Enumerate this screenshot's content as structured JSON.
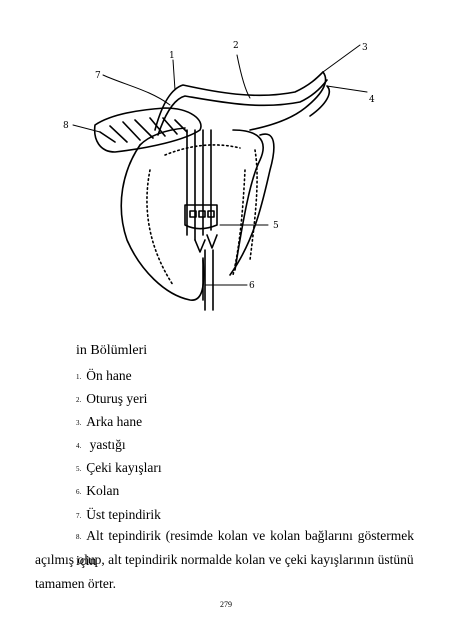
{
  "figure": {
    "labels": [
      "1",
      "2",
      "3",
      "4",
      "5",
      "6",
      "7",
      "8"
    ]
  },
  "caption": "in Bölümleri",
  "items": [
    {
      "num": "1.",
      "text": "Ön hane"
    },
    {
      "num": "2.",
      "text": "Oturuş yeri"
    },
    {
      "num": "3.",
      "text": "Arka hane"
    },
    {
      "num": "4.",
      "text": " yastığı"
    },
    {
      "num": "5.",
      "text": "Çeki kayışları"
    },
    {
      "num": "6.",
      "text": "Kolan"
    },
    {
      "num": "7.",
      "text": "Üst tepindirik"
    }
  ],
  "item8": {
    "num": "8.",
    "line1": "Alt tepindirik (resimde kolan ve kolan bağlarını göstermek için",
    "line2": "açılmış olup, alt tepindirik normalde kolan ve çeki kayışlarının üstünü",
    "line3": "tamamen örter."
  },
  "page_number": "279"
}
